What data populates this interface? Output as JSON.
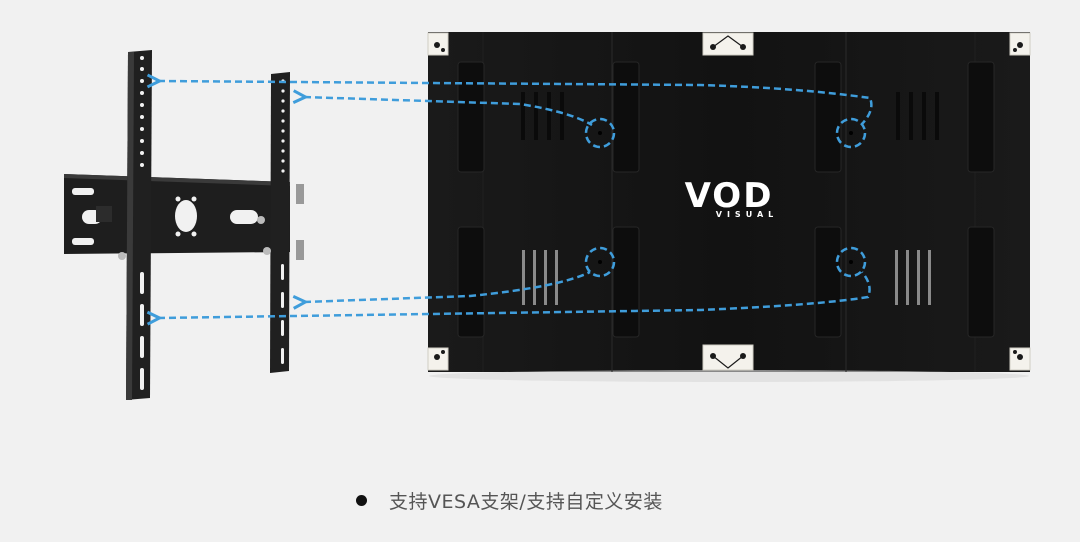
{
  "caption": {
    "bullet_icon": "filled-circle-bullet",
    "text": "支持VESA支架/支持自定义安装"
  },
  "panel": {
    "logo_main": "VOD",
    "logo_sub": "VISUAL",
    "color": "#141414"
  },
  "bracket": {
    "type": "tilting-wall-mount-bracket",
    "color": "#1c1c1c"
  },
  "annotations": {
    "arrow_color": "#3f9ddb",
    "arrow_style": "dashed",
    "mount_points": 4
  },
  "background": "#f1f1f1"
}
